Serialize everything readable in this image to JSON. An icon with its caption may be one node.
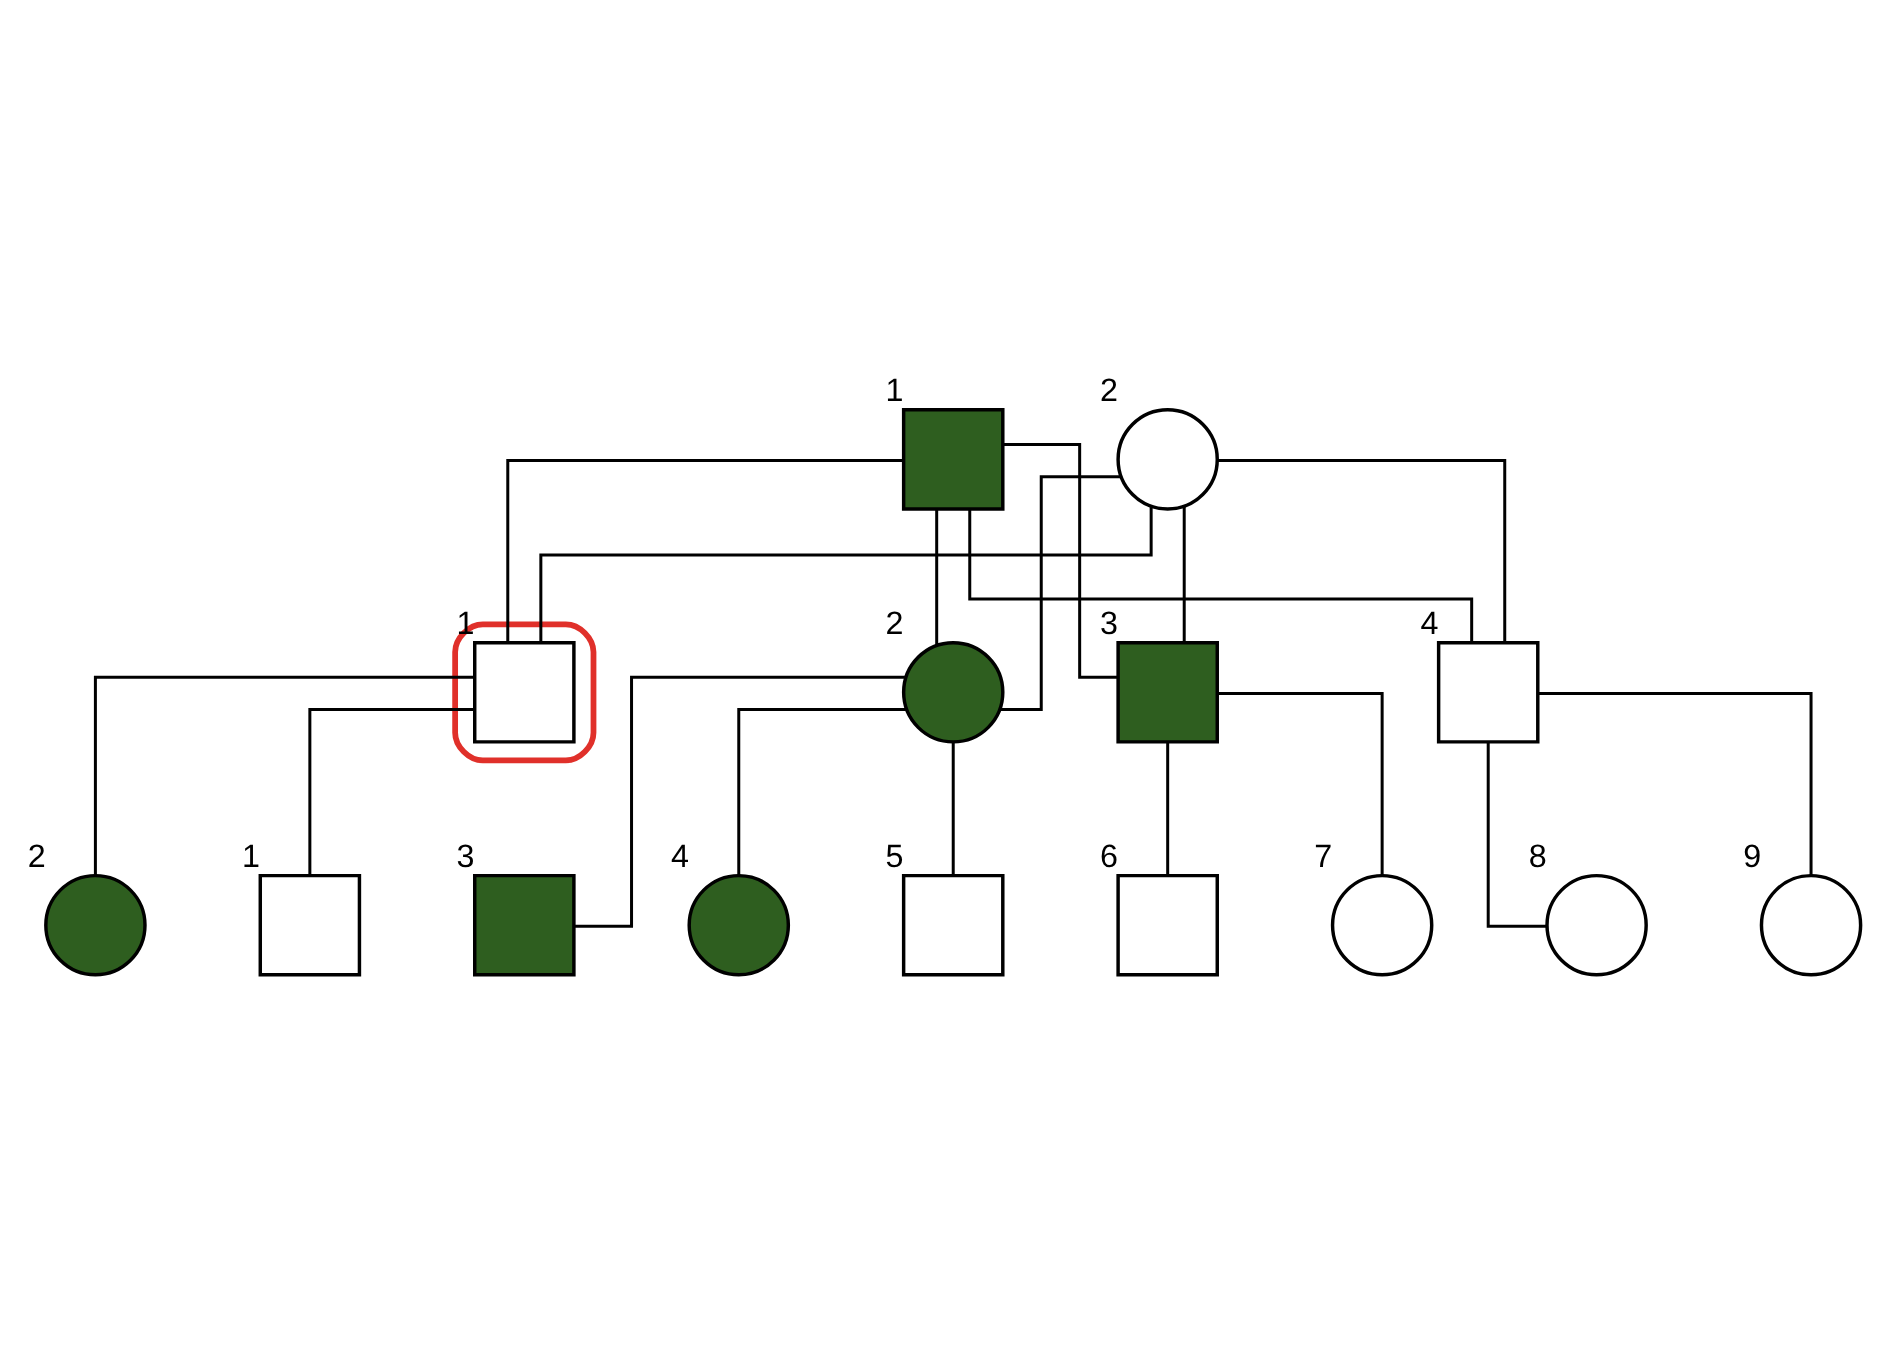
{
  "diagram": {
    "nodes": [
      {
        "text": [],
        "shape": "box",
        "beside": [
          "1"
        ]
      },
      {
        "text": [],
        "shape": "circle",
        "beside": [
          "2"
        ]
      },
      {
        "text": [],
        "shape": "ellipse"
      },
      {
        "text": [],
        "shape": "box",
        "in": 2,
        "beside": [
          "1"
        ]
      },
      {
        "text": [],
        "shape": "circle",
        "beside": [
          "2"
        ]
      },
      {
        "text": [],
        "shape": "box",
        "beside": [
          "3"
        ]
      },
      {
        "text": [],
        "shape": "box",
        "beside": [
          "4"
        ]
      },
      {
        "text": [],
        "shape": "box",
        "beside": [
          "1"
        ]
      },
      {
        "text": [],
        "shape": "circle",
        "beside": [
          "2"
        ]
      },
      {
        "text": [],
        "shape": "box",
        "beside": [
          "3"
        ]
      },
      {
        "text": [],
        "shape": "circle",
        "beside": [
          "4"
        ]
      },
      {
        "text": [],
        "shape": "box",
        "beside": [
          "5"
        ]
      },
      {
        "text": [],
        "shape": "box",
        "beside": [
          "6"
        ]
      },
      {
        "text": [],
        "shape": "circle",
        "beside": [
          "7"
        ]
      },
      {
        "text": [],
        "shape": "circle",
        "beside": [
          "8"
        ]
      },
      {
        "text": [],
        "shape": "circle",
        "beside": [
          "9"
        ]
      }
    ],
    "edges": [
      {
        "from": 0,
        "to": 3,
        "arrow": "none"
      },
      {
        "from": 1,
        "to": 3,
        "arrow": "none"
      },
      {
        "from": 0,
        "to": 4,
        "arrow": "none"
      },
      {
        "from": 1,
        "to": 4,
        "arrow": "none"
      },
      {
        "from": 0,
        "to": 5,
        "arrow": "none"
      },
      {
        "from": 1,
        "to": 5,
        "arrow": "none"
      },
      {
        "from": 0,
        "to": 6,
        "arrow": "none"
      },
      {
        "from": 1,
        "to": 6,
        "arrow": "none"
      },
      {
        "from": 3,
        "to": 7,
        "arrow": "none"
      },
      {
        "from": 3,
        "to": 8,
        "arrow": "none"
      },
      {
        "from": 4,
        "to": 9,
        "arrow": "none"
      },
      {
        "from": 4,
        "to": 10,
        "arrow": "none"
      },
      {
        "from": 4,
        "to": 11,
        "arrow": "none"
      },
      {
        "from": 5,
        "to": 12,
        "arrow": "none"
      },
      {
        "from": 5,
        "to": 13,
        "arrow": "none"
      },
      {
        "from": 6,
        "to": 14,
        "arrow": "none"
      },
      {
        "from": 6,
        "to": 15,
        "arrow": "none"
      }
    ]
  }
}
